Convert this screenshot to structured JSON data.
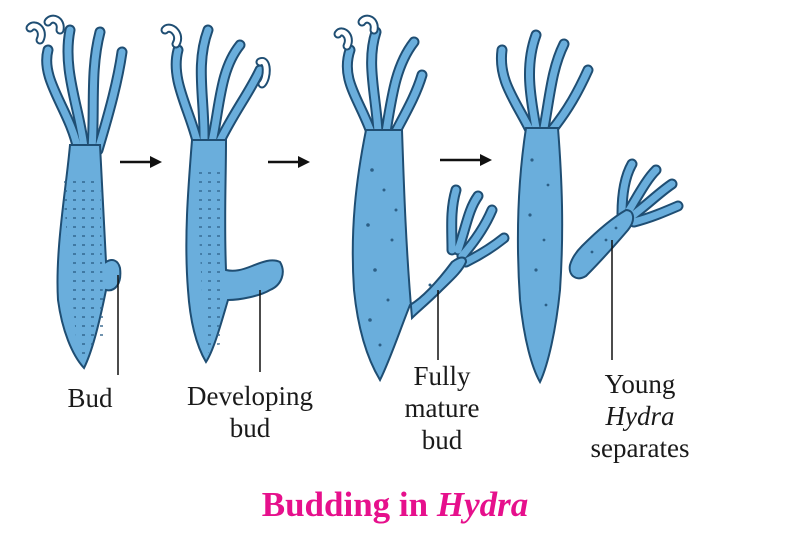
{
  "title": {
    "main": "Budding in ",
    "italic": "Hydra"
  },
  "colors": {
    "body_fill": "#6aaedc",
    "body_stroke": "#1f4e73",
    "tentacle_light": "#ffffff",
    "title": "#e6108c",
    "arrow": "#111111"
  },
  "stages": [
    {
      "label_lines": [
        "Bud"
      ]
    },
    {
      "label_lines": [
        "Developing",
        "bud"
      ]
    },
    {
      "label_lines": [
        "Fully",
        "mature",
        "bud"
      ]
    },
    {
      "label_lines": [
        "Young"
      ],
      "label_italic": "Hydra",
      "label_after": "separates"
    }
  ],
  "arrows": [
    {
      "icon": "right-arrow-icon"
    },
    {
      "icon": "right-arrow-icon"
    },
    {
      "icon": "right-arrow-icon"
    }
  ]
}
